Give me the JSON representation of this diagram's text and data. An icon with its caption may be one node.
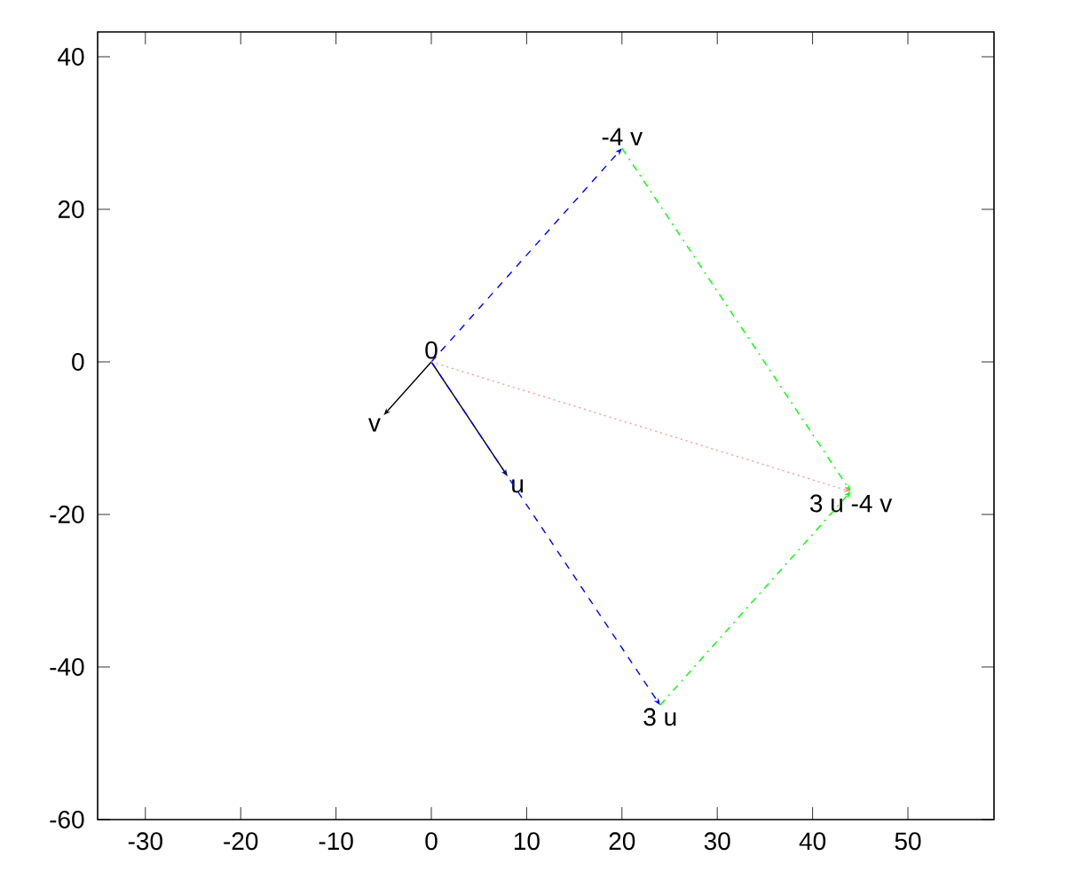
{
  "diagram": {
    "nodes": [
      {
        "text": [
          "0"
        ]
      },
      {
        "text": [
          "v"
        ]
      },
      {
        "text": [
          "u"
        ]
      },
      {
        "text": [
          "-4 v"
        ]
      },
      {
        "text": [
          "3 u -4 v"
        ]
      },
      {
        "text": [
          "3 u"
        ]
      }
    ],
    "edges": [
      {
        "from": 0,
        "to": 1,
        "arrow": "to"
      },
      {
        "from": 0,
        "to": 2,
        "arrow": "to"
      },
      {
        "from": 0,
        "to": 5,
        "arrow": "to",
        "style": "dashed",
        "color": "#0000ff"
      },
      {
        "from": 0,
        "to": 3,
        "arrow": "to",
        "style": "dashed",
        "color": "#0000ff"
      },
      {
        "from": 3,
        "to": 4,
        "arrow": "to",
        "style": "dashed",
        "color": "#00ff00"
      },
      {
        "from": 5,
        "to": 4,
        "arrow": "to",
        "style": "dashed",
        "color": "#00ff00"
      },
      {
        "from": 0,
        "to": 4,
        "arrow": "to",
        "style": "dashed",
        "color": "#ff9999"
      }
    ],
    "labels": [
      "40",
      "20",
      "0",
      "-20",
      "-40",
      "-60",
      "-30",
      "-20",
      "-10",
      "0",
      "10",
      "20",
      "30",
      "40",
      "50"
    ]
  }
}
